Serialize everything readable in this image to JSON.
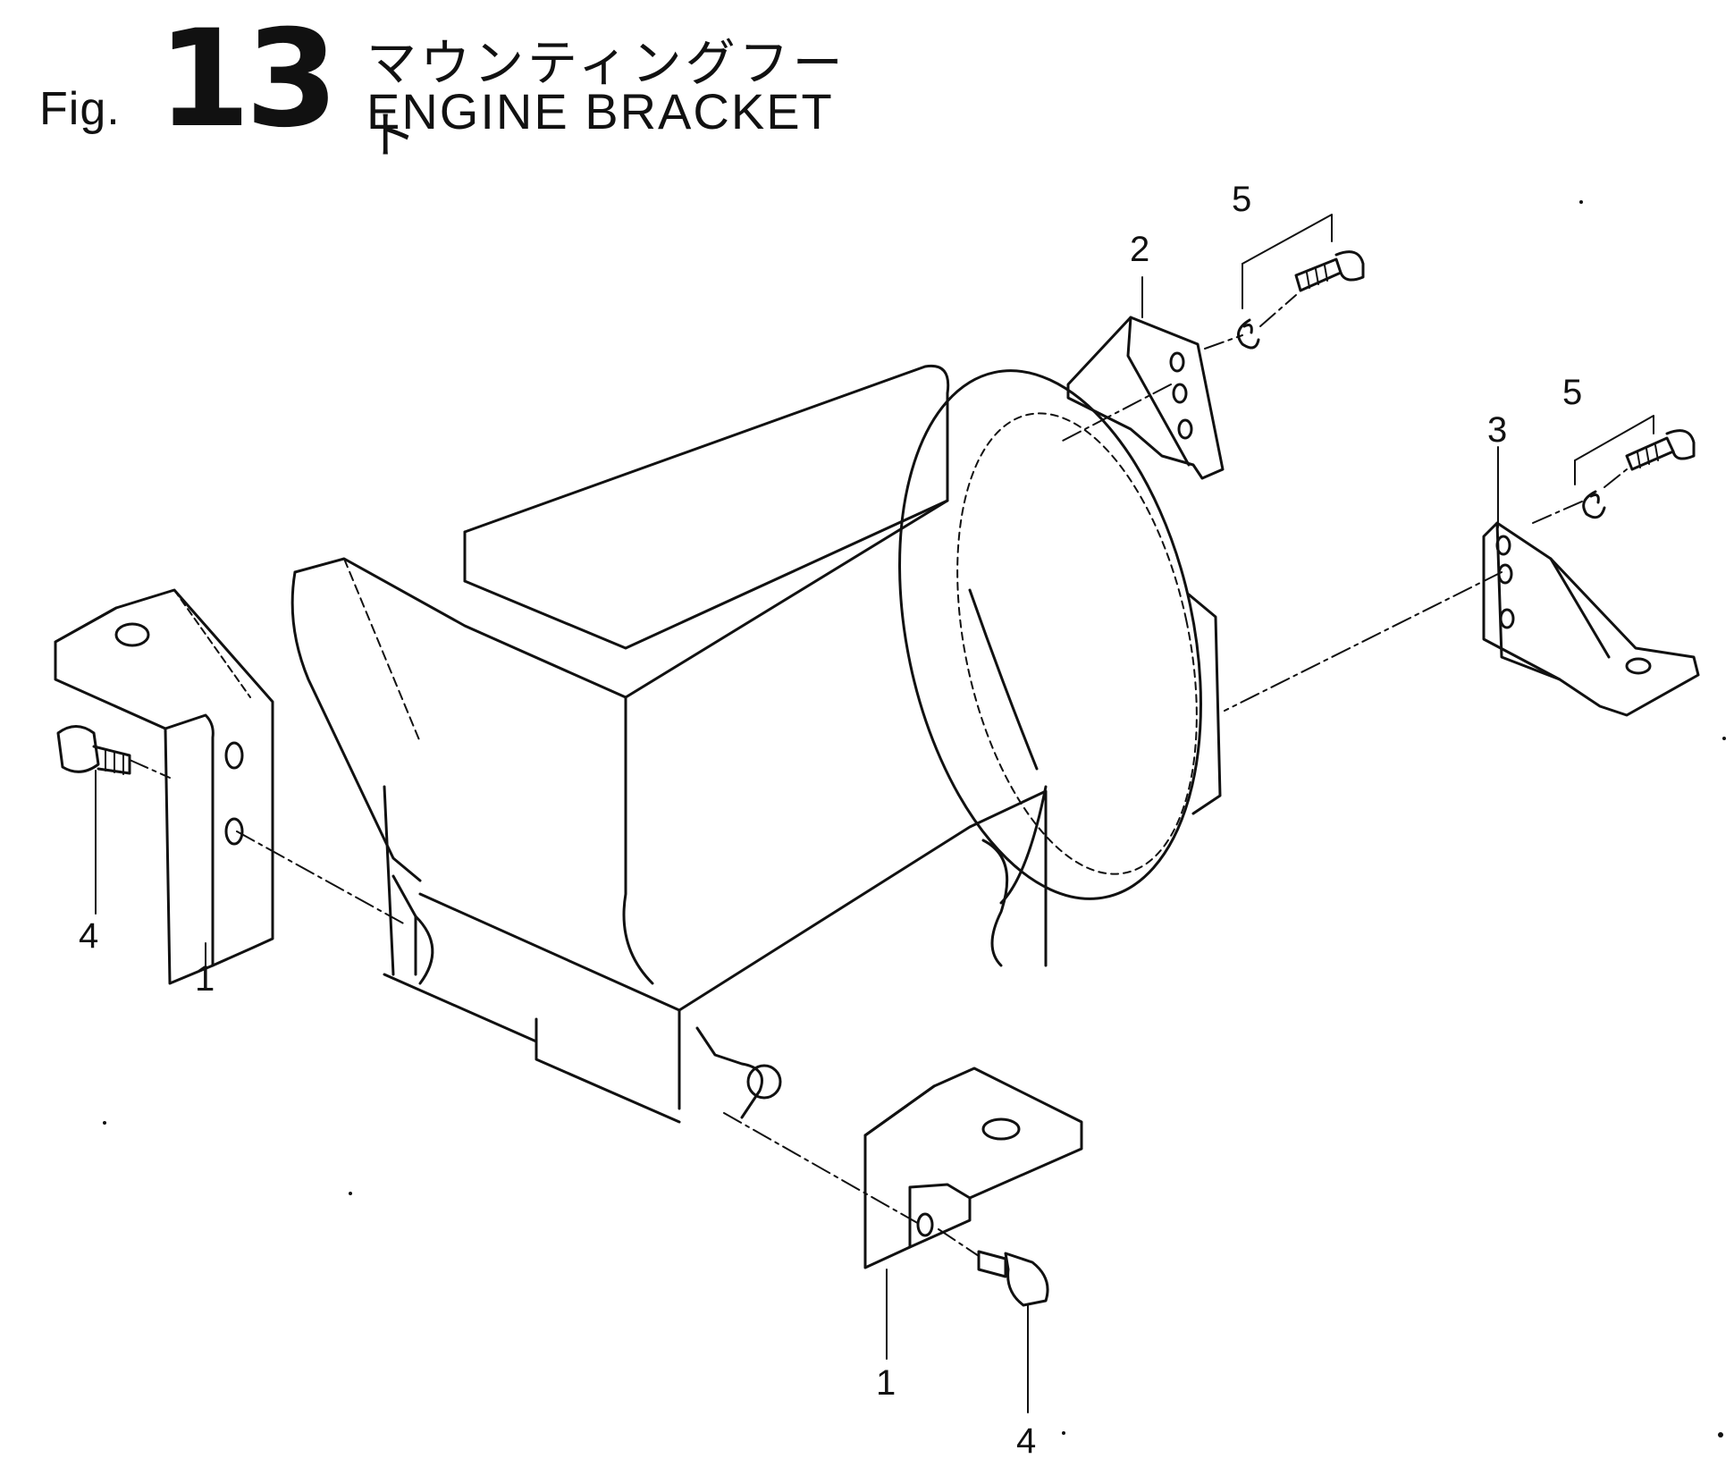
{
  "header": {
    "fig_prefix": "Fig.",
    "fig_number": "13",
    "title_jp": "マウンティングフート",
    "title_en": "ENGINE BRACKET"
  },
  "callouts": [
    {
      "id": "front-left-bracket",
      "label": "1"
    },
    {
      "id": "front-right-bracket",
      "label": "1"
    },
    {
      "id": "rear-left-bracket",
      "label": "2"
    },
    {
      "id": "rear-right-bracket",
      "label": "3"
    },
    {
      "id": "bolt-left",
      "label": "4"
    },
    {
      "id": "bolt-bottom",
      "label": "4"
    },
    {
      "id": "washer-rear-left",
      "label": "5"
    },
    {
      "id": "washer-rear-right",
      "label": "5"
    }
  ],
  "colors": {
    "line": "#111111",
    "background": "#ffffff"
  }
}
